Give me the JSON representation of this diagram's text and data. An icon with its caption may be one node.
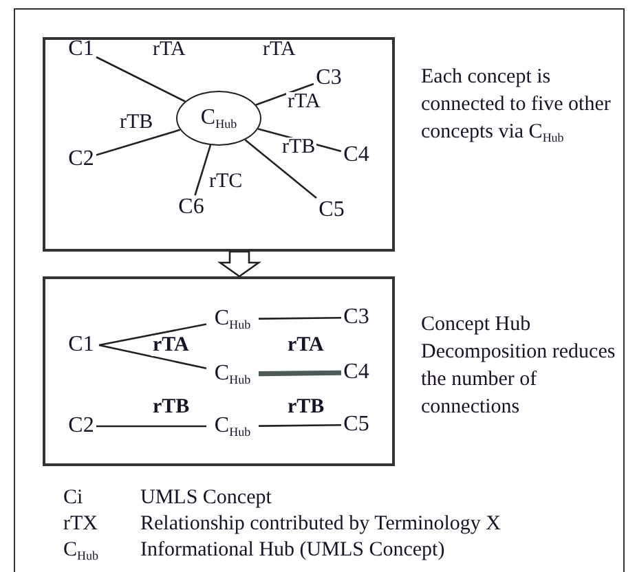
{
  "diagram": {
    "nodes": [
      {
        "text": [],
        "shape": "box",
        "beside": [
          "Each concept is connected to five other concepts via C$_{Hub}$"
        ]
      },
      {
        "text": [
          "C1"
        ],
        "in": 0
      },
      {
        "text": [
          "C2"
        ],
        "in": 0
      },
      {
        "text": [
          "C3"
        ],
        "in": 0
      },
      {
        "text": [
          "C4"
        ],
        "in": 0
      },
      {
        "text": [
          "C5"
        ],
        "in": 0
      },
      {
        "text": [
          "C6"
        ],
        "in": 0
      },
      {
        "text": [
          "C$_{Hub}$"
        ],
        "in": 0
      },
      {
        "text": [],
        "shape": "box",
        "beside": [
          "Concept Hub Decomposition reduces the number of connections"
        ]
      },
      {
        "text": [
          "C1"
        ],
        "in": 8
      },
      {
        "text": [
          "C2"
        ],
        "in": 8
      },
      {
        "text": [
          "C$_{Hub}$"
        ],
        "in": 8
      },
      {
        "text": [
          "C$_{Hub}$"
        ],
        "in": 8
      },
      {
        "text": [
          "C$_{Hub}$"
        ],
        "in": 8
      },
      {
        "text": [
          "C3"
        ],
        "in": 8
      },
      {
        "text": [
          "C4"
        ],
        "in": 8
      },
      {
        "text": [
          "C5"
        ],
        "in": 8
      }
    ],
    "edges": [
      {
        "from": 1,
        "to": 7,
        "arrow": "none",
        "label": "rTA"
      },
      {
        "from": 7,
        "to": 3,
        "arrow": "none",
        "label": "rTA"
      },
      {
        "from": 7,
        "to": 4,
        "arrow": "none",
        "label": "rTA"
      },
      {
        "from": 2,
        "to": 7,
        "arrow": "none",
        "label": "rTB"
      },
      {
        "from": 7,
        "to": 5,
        "arrow": "none",
        "label": "rTB"
      },
      {
        "from": 7,
        "to": 6,
        "arrow": "none",
        "label": "rTC"
      },
      {
        "from": 9,
        "to": 11,
        "arrow": "none",
        "label": "rTA"
      },
      {
        "from": 9,
        "to": 12,
        "arrow": "none"
      },
      {
        "from": 11,
        "to": 14,
        "arrow": "none",
        "label": "rTA"
      },
      {
        "from": 12,
        "to": 15,
        "arrow": "none",
        "style": "thick"
      },
      {
        "from": 10,
        "to": 13,
        "arrow": "none",
        "label": "rTB"
      },
      {
        "from": 13,
        "to": 16,
        "arrow": "none",
        "label": "rTB"
      },
      {
        "from": 0,
        "to": 8,
        "arrow": "to"
      }
    ],
    "labels": [
      "Ci",
      "UMLS Concept",
      "rTX",
      "Relationship contributed by Terminology X",
      "C$_{Hub}$",
      "Informational Hub (UMLS Concept)"
    ]
  }
}
